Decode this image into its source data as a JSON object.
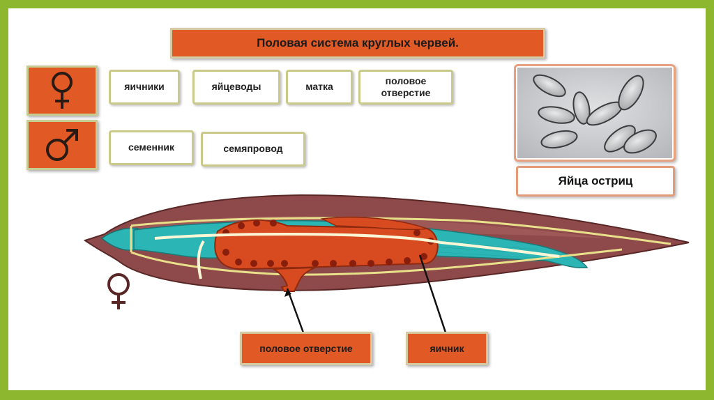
{
  "title": "Половая система круглых червей.",
  "female": {
    "symbol_icon": "female-symbol-icon",
    "terms": [
      "яичники",
      "яйцеводы",
      "матка",
      "половое отверстие"
    ]
  },
  "male": {
    "symbol_icon": "male-symbol-icon",
    "terms": [
      "семенник",
      "семяпровод"
    ]
  },
  "photo": {
    "caption": "Яйца остриц"
  },
  "diagram": {
    "callouts": [
      "половое отверстие",
      "яичник"
    ],
    "sex_icon": "female-symbol-icon"
  },
  "colors": {
    "frame": "#8db72e",
    "accent": "#e15a26",
    "worm_body": "#8e4a4a",
    "gut": "#2bb5b5",
    "reproductive": "#d84a1f",
    "nerve": "#e8e08a"
  }
}
